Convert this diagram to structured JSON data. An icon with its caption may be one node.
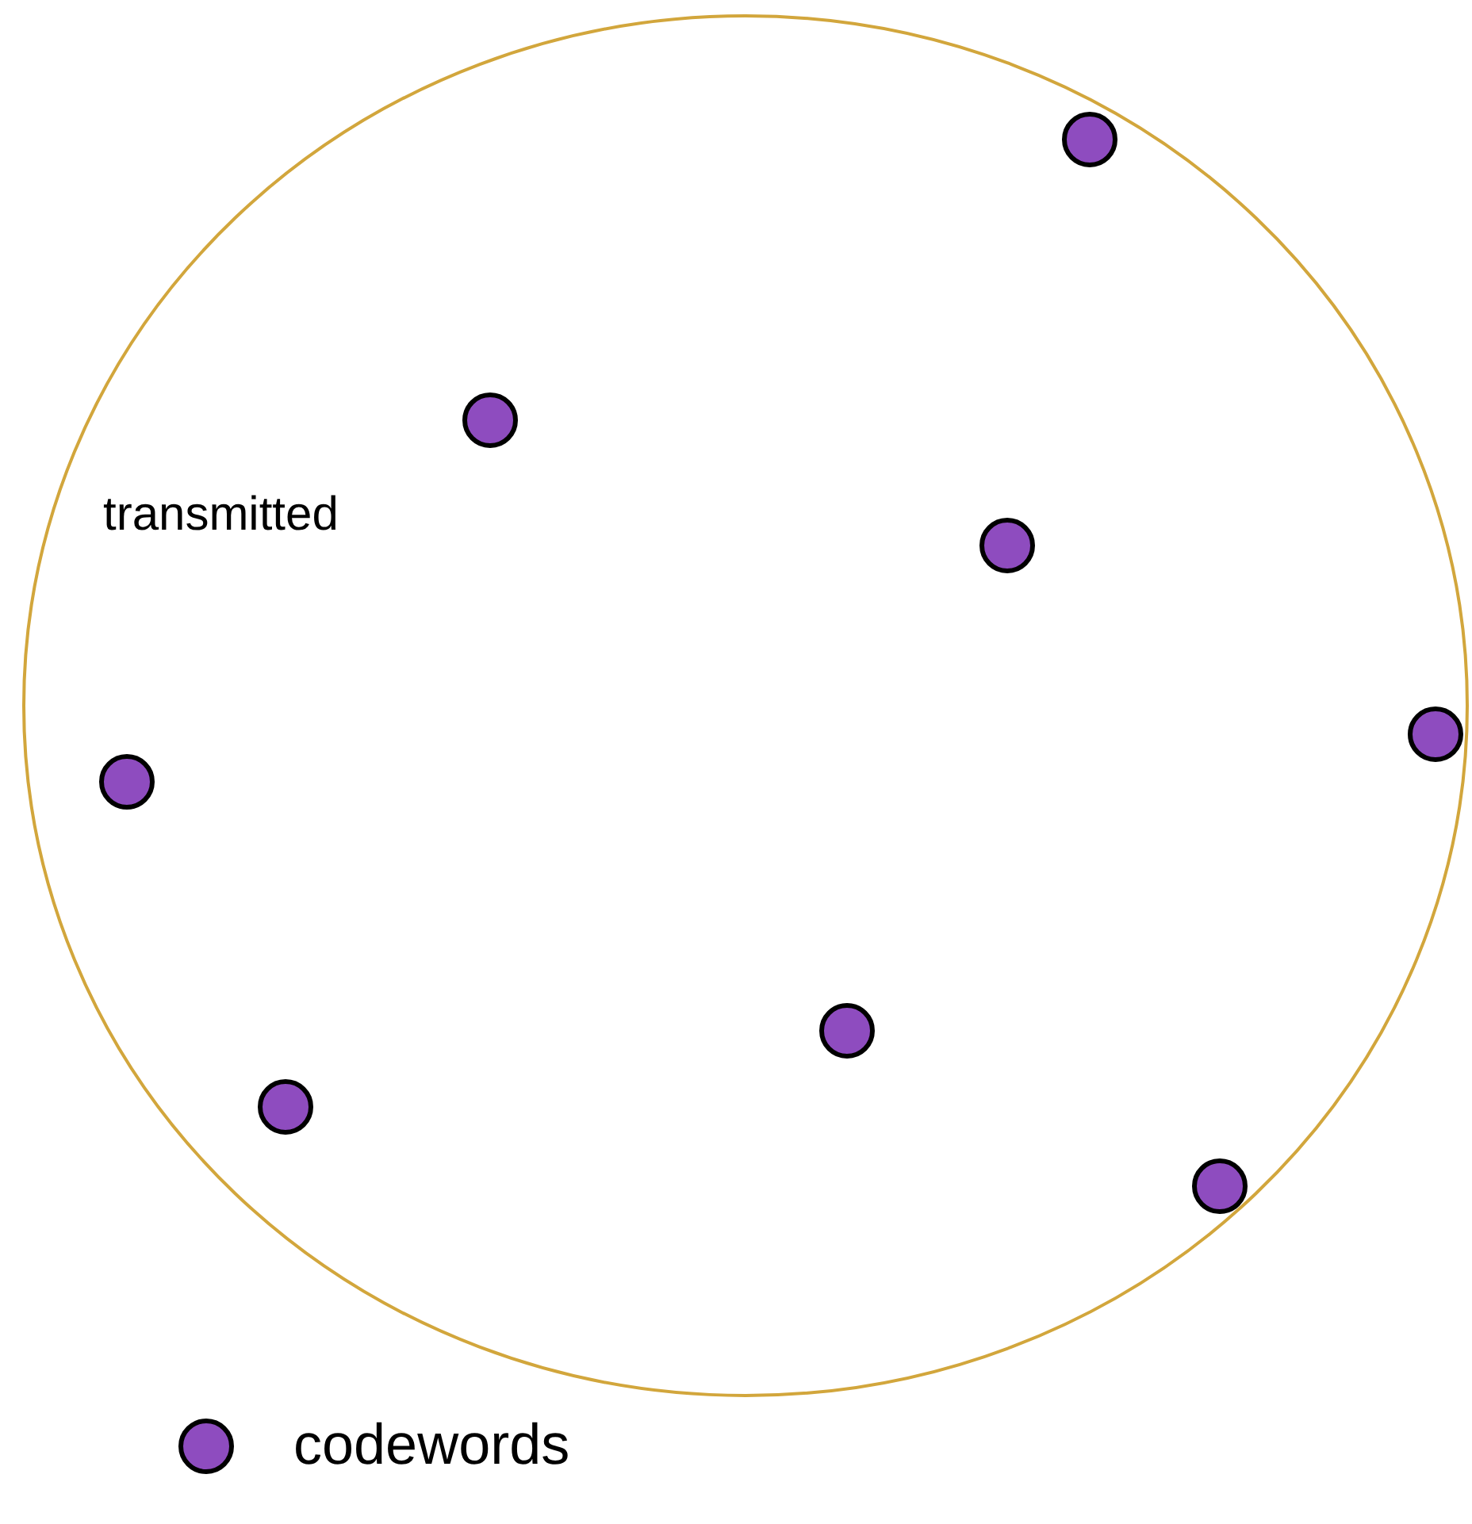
{
  "diagram": {
    "nodes": [
      {
        "text": [
          "transmitted"
        ]
      },
      {
        "text": [],
        "shape": "circle",
        "in": 0
      },
      {
        "text": [],
        "shape": "circle",
        "in": 0
      },
      {
        "text": [],
        "shape": "circle",
        "in": 0
      },
      {
        "text": [],
        "shape": "circle",
        "in": 0
      },
      {
        "text": [],
        "shape": "circle",
        "in": 0
      },
      {
        "text": [],
        "shape": "circle",
        "in": 0
      },
      {
        "text": [],
        "shape": "circle",
        "in": 0
      },
      {
        "text": [],
        "shape": "circle",
        "in": 0
      }
    ],
    "edges": [],
    "legend": [
      {
        "text": "codewords",
        "color": "#8e4cbf"
      }
    ]
  }
}
